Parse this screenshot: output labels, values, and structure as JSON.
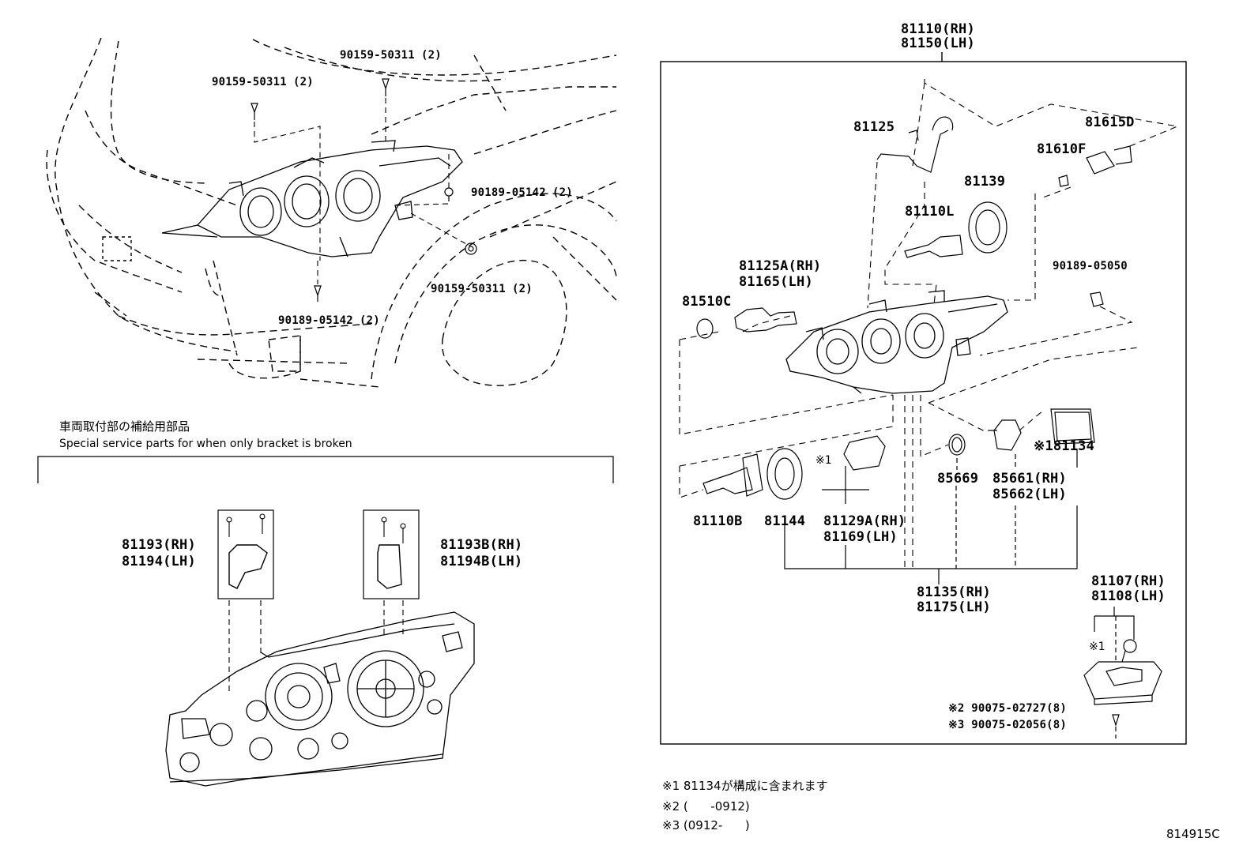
{
  "diagram_id": "814915C",
  "top_left": {
    "fasteners": [
      {
        "part": "90159-50311",
        "qty": "(2)",
        "pos": "top"
      },
      {
        "part": "90159-50311",
        "qty": "(2)",
        "pos": "upper-left"
      },
      {
        "part": "90189-05142",
        "qty": "(2)",
        "pos": "right"
      },
      {
        "part": "90159-50311",
        "qty": "(2)",
        "pos": "lower-right"
      },
      {
        "part": "90189-05142",
        "qty": "(2)",
        "pos": "bottom"
      }
    ]
  },
  "bracket_section": {
    "title_jp": "車両取付部の補給用部品",
    "title_en": "Special service parts for when only bracket is broken",
    "left_bracket": {
      "rh": "81193(RH)",
      "lh": "81194(LH)"
    },
    "right_bracket": {
      "rh": "81193B(RH)",
      "lh": "81194B(LH)"
    }
  },
  "assembly": {
    "header_rh": "81110(RH)",
    "header_lh": "81150(LH)",
    "parts": {
      "p81125": "81125",
      "p81615D": "81615D",
      "p81610F": "81610F",
      "p81139": "81139",
      "p81110L": "81110L",
      "p81125A_rh": "81125A(RH)",
      "p81165_lh": "81165(LH)",
      "p81510C": "81510C",
      "p90189_05050": "90189-05050",
      "p81134": "※181134",
      "p85669": "85669",
      "p85661_rh": "85661(RH)",
      "p85662_lh": "85662(LH)",
      "p81110B": "81110B",
      "p81144": "81144",
      "p81129A_rh": "81129A(RH)",
      "p81169_lh": "81169(LH)",
      "mark1_socket": "※1",
      "p81135_rh": "81135(RH)",
      "p81175_lh": "81175(LH)",
      "p81107_rh": "81107(RH)",
      "p81108_lh": "81108(LH)",
      "mark1_ballast": "※1",
      "screw1": "※2 90075-02727(8)",
      "screw2": "※3 90075-02056(8)"
    }
  },
  "footnotes": [
    "※1 81134が構成に含まれます",
    "※2 (      -0912)",
    "※3 (0912-      )"
  ],
  "colors": {
    "line": "#000000",
    "background": "#ffffff"
  }
}
